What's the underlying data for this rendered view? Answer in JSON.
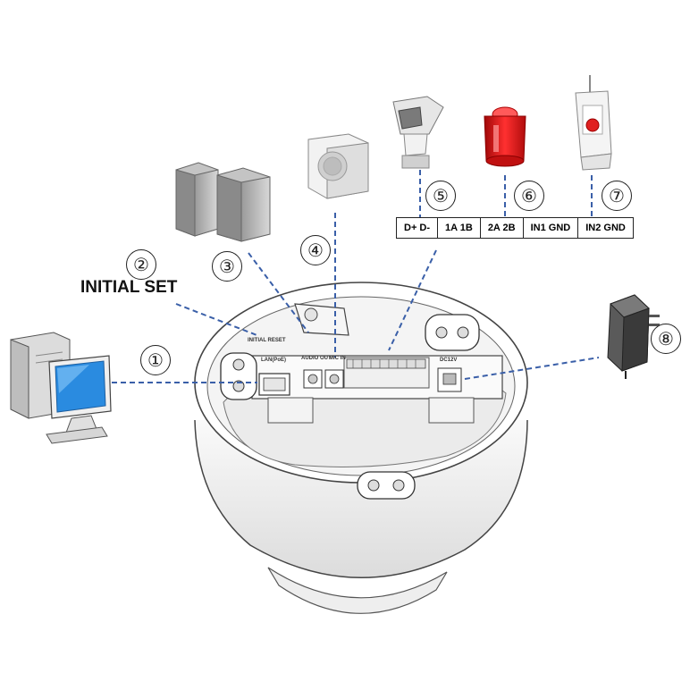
{
  "labels": {
    "initial_set": "INITIAL SET",
    "initial_reset": "INITIAL RESET"
  },
  "board_labels": {
    "lan": "LAN(PoE)",
    "audio_out": "AUDIO OUT",
    "mic_in": "MIC IN",
    "dc12v": "DC12V"
  },
  "callouts": [
    "①",
    "②",
    "③",
    "④",
    "⑤",
    "⑥",
    "⑦",
    "⑧"
  ],
  "terminals": [
    "D+ D-",
    "1A 1B",
    "2A 2B",
    "IN1 GND",
    "IN2 GND"
  ],
  "colors": {
    "leader": "#3a5fa8",
    "outline": "#333333",
    "monitor_screen": "#2a8be0",
    "siren": "#e01818"
  },
  "devices": [
    "computer-icon",
    "speakers-icon",
    "microphone-icon",
    "pan-tilt-receiver-icon",
    "siren-icon",
    "alarm-button-icon",
    "power-adapter-icon",
    "dome-camera-base"
  ]
}
